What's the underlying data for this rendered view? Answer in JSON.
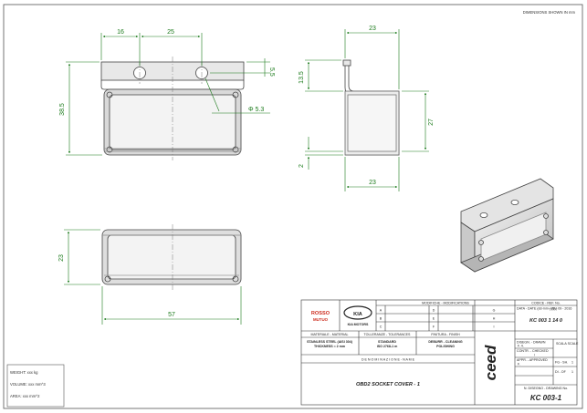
{
  "sheet_note": "DIMENSIONS SHOWN IN mm",
  "dimensions": {
    "front_top_left": "16",
    "front_top_center": "25",
    "front_hole_v": "5.5",
    "front_height": "38.5",
    "front_hole_dia": "Φ 5.3",
    "side_top_width": "23",
    "side_flange_h": "13.5",
    "side_body_h": "27",
    "side_thickness": "2",
    "side_bottom_width": "23",
    "bottom_height": "23",
    "bottom_width": "57"
  },
  "title_block": {
    "logo_left_line1": "ROSSO",
    "logo_left_line2": "MUTUO",
    "logo_kia": "KIA",
    "logo_kia_sub": "KIA MOTORS",
    "modifiche_header": "MODIFICHE - MODIFICATIONS",
    "rev_letters": [
      "A",
      "B",
      "C",
      "D",
      "E",
      "F",
      "G",
      "H",
      "I"
    ],
    "codice_label": "CODICE - REF. No.",
    "codice_value": "KC 003 1 14 0",
    "material_label": "MATERIALE - MATERIAL",
    "material_value_1": "STAINLESS STEEL (AISI 304)",
    "material_value_2": "THICKNESS ≈ 2 mm",
    "tolerance_label": "TOLLERANZE - TOLERANCES",
    "tolerance_value_1": "STANDARD",
    "tolerance_value_2": "ISO 2768-1 m",
    "finish_label": "FINITURA - FINISH",
    "finish_value_1": "DEBURR - CLEANING",
    "finish_value_2": "POLISHING",
    "name_label": "D E N O M I N A Z I O N E - N A M E",
    "part_name": "OBD2 SOCKET COVER - 1",
    "brand_vertical": "ceed",
    "date_label": "DATA - DATE (dd-mm-yyyy)",
    "date_value": "25 - 09 - 2016",
    "drawn_label": "DISEGN. - DRAWN",
    "drawn_value": "F. 4.",
    "check_label": "CONTR. - CHECKED",
    "check_value": "/",
    "appr_label": "APPR. - APPROVED",
    "appr_value": "F.",
    "scale_label": "SCALA SCALE",
    "sheet_label": "FG - SH.",
    "sheet_value": "1",
    "of_label": "DI - OF",
    "of_value": "1",
    "drawing_no_label": "N. DISEGNO - DRAWING No.",
    "drawing_no_value": "KC 003-1"
  },
  "notes_box": {
    "weight": "WEIGHT: xxx kg",
    "volume": "VOLUME: xxx mm^3",
    "area": "AREA: xxx mm^2"
  },
  "colors": {
    "dim_green": "#1a7a1a",
    "line": "#333333",
    "logo_red": "#cc2b1d"
  }
}
